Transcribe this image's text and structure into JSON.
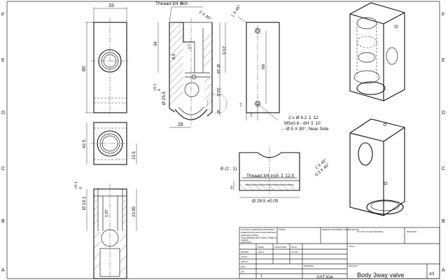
{
  "zones": {
    "left": [
      "F",
      "E",
      "D",
      "C",
      "B",
      "A"
    ],
    "right": [
      "F",
      "E",
      "D",
      "C",
      "B",
      "A"
    ]
  },
  "front_view": {
    "width": "33",
    "height": "80"
  },
  "section_view": {
    "thread_callout": "Theaad 3/4 inch",
    "thread_depth": "9",
    "chamfer": "2 X 45°",
    "dim_34": "34",
    "dim_89": "8.9",
    "dim_17": "17",
    "dim_235": "23.5",
    "dim_18": "Ø 18",
    "dim_01": "+0.1",
    "dim_0": "0",
    "dim_255": "Ø 25.5",
    "dim_325": "32.5",
    "dim_26": "26",
    "detail_label": "B"
  },
  "side_view": {
    "chamfer": "1 X 45°",
    "dim_66": "66",
    "dim_7a": "7",
    "dim_7b": "7",
    "note1": "2 x Ø 4.2 ↧ 12",
    "note2": "M5x0.8 - 6H ↧ 10",
    "note3": "⌵ Ø 5 X 90°, Near Side"
  },
  "top_view": {
    "dim_425": "42.5",
    "dim_155": "15.5"
  },
  "bottom_section": {
    "dim_01": "+0.1",
    "dim_0": "0",
    "dim_191": "Ø 19.1",
    "dim_587": "5.87",
    "dim_2385": "23.85"
  },
  "detail_b": {
    "label": "B (2 : 1)",
    "thread": "Theaad 3/4 inch ↧ 12.5",
    "chamfer1": "1 X 45°",
    "chamfer2": "0.3 X 45°",
    "dim_3": "3",
    "dim_285": "Ø 28.5 ±0.05"
  },
  "title_block": {
    "note_line1": "UNLESS OTHERWISE SPECIFIED:",
    "note_line2": "DIMENSIONS ARE IN MILLIMETERS",
    "note_line3": "SURFACE FINISH:",
    "tolerances": "TOLERANCES: DIN 2768-m",
    "note_line5": "LINEAR:",
    "note_line6": "ANGULAR:",
    "finish": "FINISH:",
    "deburr": "DEBURR AND BREAK SHARP EDGES",
    "do_not_scale": "DO NOT SCALE DRAWING",
    "revision": "REVISION",
    "title_label": "TITLE:",
    "col_name": "NAME",
    "col_signature": "SIGNATURE",
    "col_date": "DATE",
    "row_drawn": "DRAWN",
    "drawn_name": "mikeyz",
    "drawn_date": "1/07/23",
    "row_chkd": "CHK'D",
    "row_appvd": "APPV'D",
    "row_mfg": "MFG",
    "row_qa": "Q.A",
    "qa_value": "1",
    "material_label": "MATERIAL:",
    "material": "SST304",
    "dwg_no_label": "DWG NO.",
    "drawing_title": "Body 3way valve",
    "size": "A3"
  }
}
